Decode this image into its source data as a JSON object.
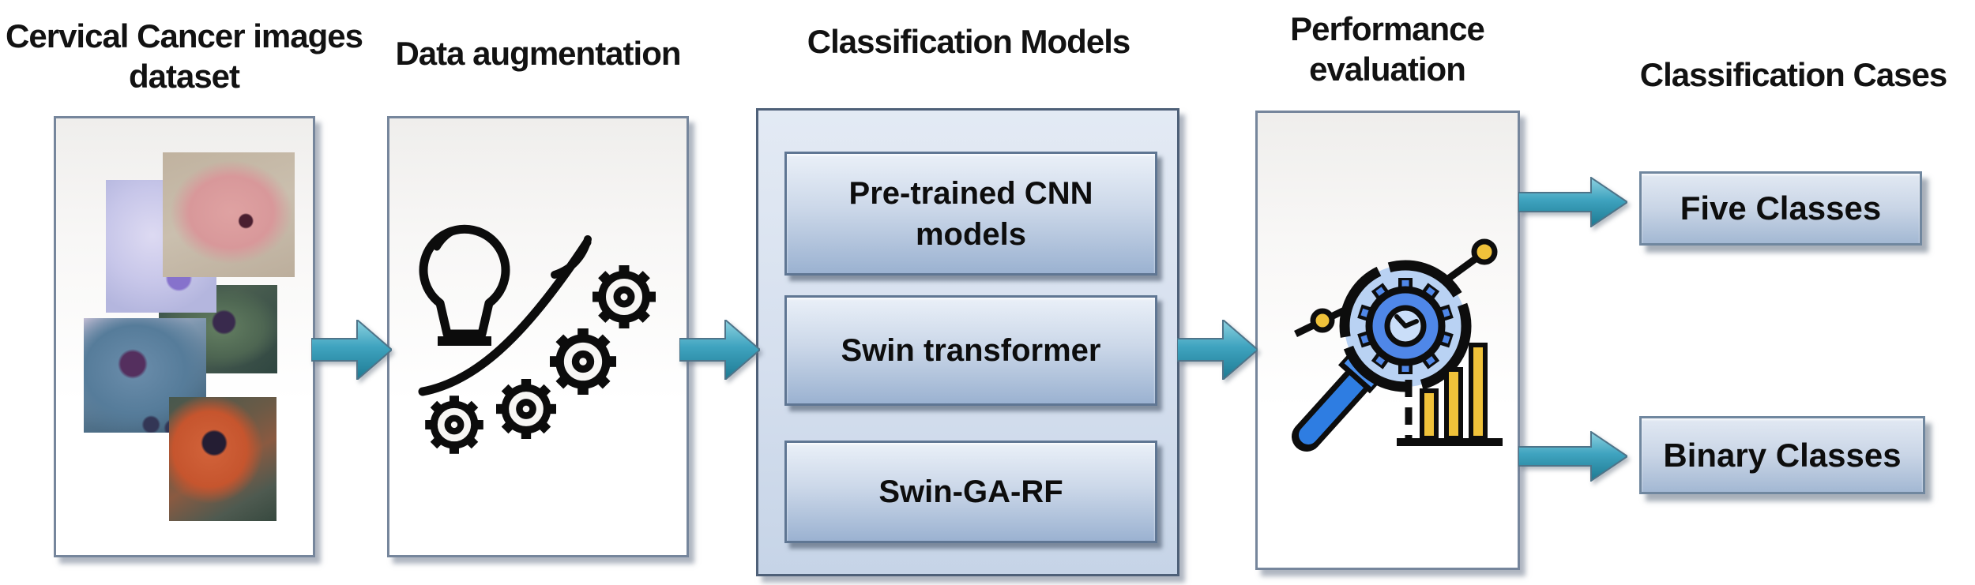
{
  "figure": {
    "stage_dataset": {
      "title_line1": "Cervical Cancer images",
      "title_line2": "dataset"
    },
    "stage_augmentation": {
      "title": "Data augmentation"
    },
    "stage_models": {
      "title": "Classification Models",
      "button1_line1": "Pre-trained CNN",
      "button1_line2": "models",
      "button2_label": "Swin transformer",
      "button3_label": "Swin-GA-RF"
    },
    "stage_evaluation": {
      "title_line1": "Performance",
      "title_line2": "evaluation"
    },
    "stage_cases": {
      "title": "Classification Cases",
      "case1_label": "Five Classes",
      "case2_label": "Binary Classes"
    },
    "icons": {
      "dataset": "cervical-cell-photo-collage",
      "augmentation": "lightbulb-growth-gears",
      "evaluation": "magnifier-gear-analytics"
    },
    "colors": {
      "arrow_teal": "#3fa3bf",
      "arrow_teal_light": "#8ed2e0",
      "arrow_teal_dark": "#1d7a92",
      "panel_blue": "#e3eaf4",
      "panel_border": "#4e6078",
      "button_top": "#eaf0f8",
      "button_bottom": "#9bb2d1",
      "icon_yellow": "#f0c23a",
      "icon_blue": "#4f87e8",
      "lens_blue": "#b9d2f3",
      "handle_blue": "#2e7de2",
      "text_dark": "#121212"
    }
  }
}
